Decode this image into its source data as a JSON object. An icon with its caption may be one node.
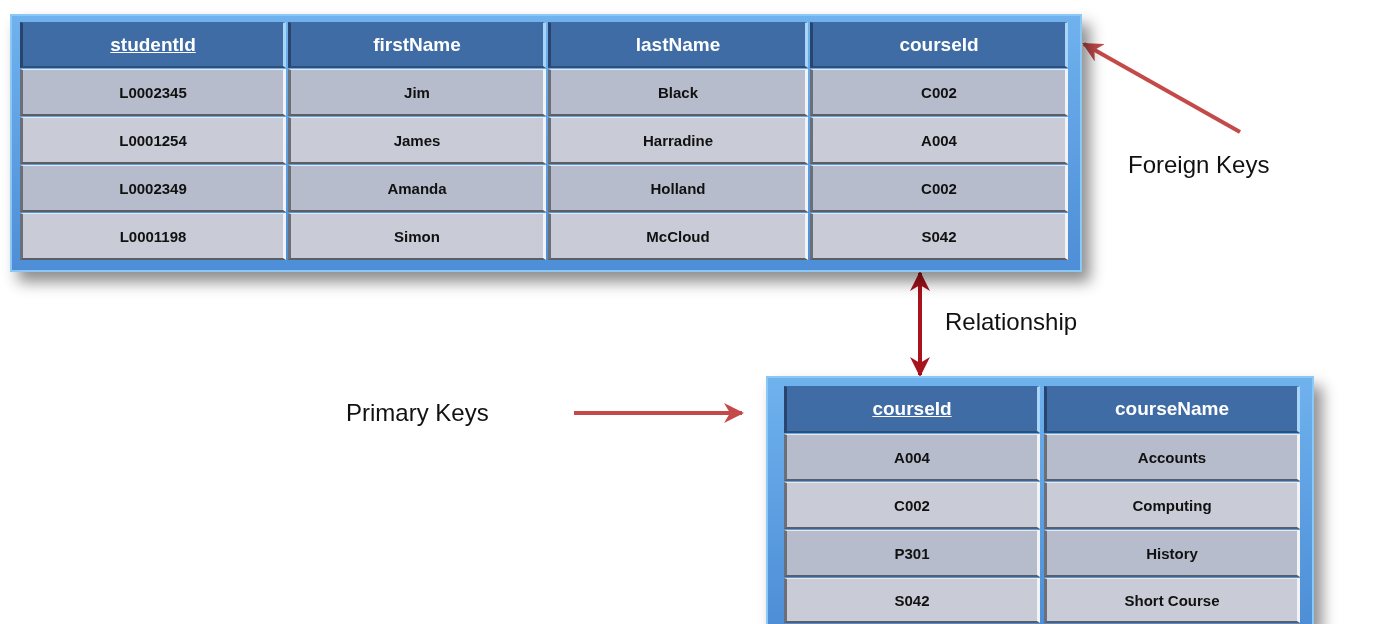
{
  "diagram": {
    "nodes": [
      {
        "text": [
          "studentId",
          "firstName",
          "lastName",
          "courseId",
          "L0002345",
          "Jim",
          "Black",
          "C002",
          "L0001254",
          "James",
          "Harradine",
          "A004",
          "L0002349",
          "Amanda",
          "Holland",
          "C002",
          "L0001198",
          "Simon",
          "McCloud",
          "S042"
        ]
      },
      {
        "text": [
          "Foreign Keys"
        ]
      },
      {
        "text": [
          "Primary Keys"
        ]
      },
      {
        "text": [
          "courseId",
          "courseName",
          "A004",
          "Accounts",
          "C002",
          "Computing",
          "P301",
          "History",
          "S042",
          "Short Course"
        ]
      }
    ],
    "edges": [
      {
        "from": 1,
        "to": 0,
        "arrow": "to"
      },
      {
        "from": 0,
        "to": 3,
        "arrow": "both",
        "label": "Relationship",
        "color": "#a8121c"
      },
      {
        "from": 2,
        "to": 3,
        "arrow": "to"
      }
    ]
  }
}
